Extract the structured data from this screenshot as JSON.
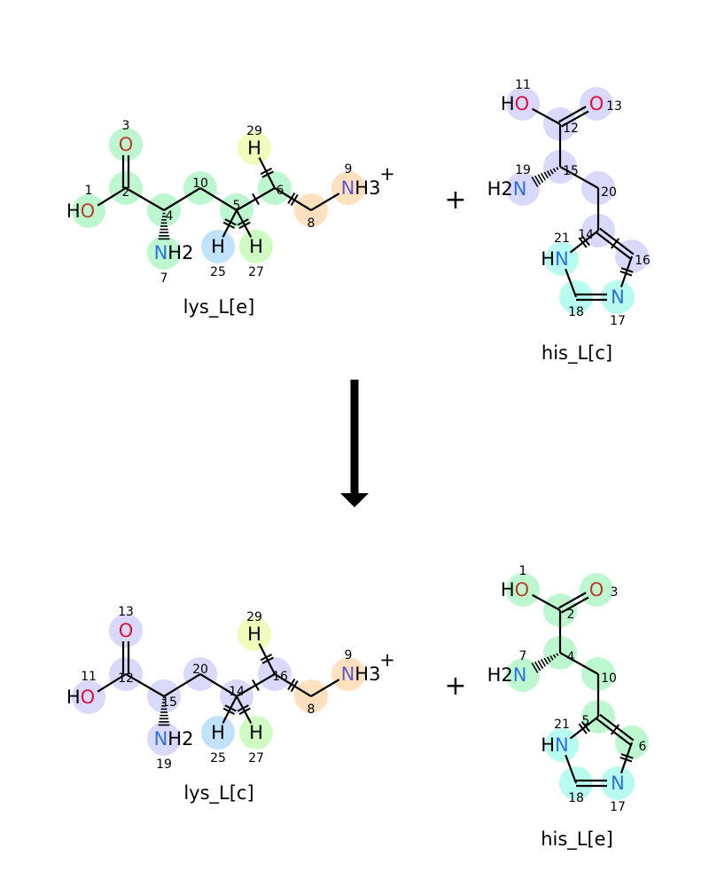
{
  "reaction": {
    "plus_sign": "+",
    "arrow_color": "#000000"
  },
  "colors": {
    "green": "#bdf7cf",
    "orange": "#ffe1c0",
    "blue": "#c0e2fb",
    "yellow": "#f1fbba",
    "lightgreen": "#cffbc2",
    "lavender": "#d9d9fb",
    "cyan": "#b8fbf0",
    "O_red": "#c0392b",
    "O_crimson": "#e0103a",
    "N_blue": "#2a6fe8",
    "N_slate": "#5a5ac8"
  },
  "molecules": [
    {
      "name": "lys_L[e]",
      "atoms": [
        {
          "num": "1",
          "symbol": "HO",
          "hl": "#bdf7cf",
          "ec": "#c0392b"
        },
        {
          "num": "2",
          "symbol": "",
          "hl": "#bdf7cf"
        },
        {
          "num": "3",
          "symbol": "O",
          "hl": "#bdf7cf",
          "ec": "#c0392b"
        },
        {
          "num": "4",
          "symbol": "",
          "hl": "#bdf7cf"
        },
        {
          "num": "10",
          "symbol": "",
          "hl": "#bdf7cf"
        },
        {
          "num": "5",
          "symbol": "",
          "hl": "#bdf7cf"
        },
        {
          "num": "6",
          "symbol": "",
          "hl": "#bdf7cf"
        },
        {
          "num": "8",
          "symbol": "",
          "hl": "#ffe1c0"
        },
        {
          "num": "9",
          "symbol": "NH3",
          "charge": "+",
          "hl": "#ffe1c0",
          "ec": "#5a5ac8"
        },
        {
          "num": "7",
          "symbol": "NH2",
          "hl": "#bdf7cf",
          "ec": "#2a6fe8"
        },
        {
          "num": "25",
          "symbol": "H",
          "hl": "#c0e2fb"
        },
        {
          "num": "27",
          "symbol": "H",
          "hl": "#cffbc2"
        },
        {
          "num": "29",
          "symbol": "H",
          "hl": "#f1fbba"
        }
      ]
    },
    {
      "name": "his_L[c]",
      "atoms": [
        {
          "num": "11",
          "symbol": "HO",
          "hl": "#d9d9fb",
          "ec": "#e0103a"
        },
        {
          "num": "12",
          "symbol": "",
          "hl": "#d9d9fb"
        },
        {
          "num": "13",
          "symbol": "O",
          "hl": "#d9d9fb",
          "ec": "#e0103a"
        },
        {
          "num": "15",
          "symbol": "",
          "hl": "#d9d9fb"
        },
        {
          "num": "19",
          "symbol": "H2N",
          "hl": "#d9d9fb",
          "ec": "#2a6fe8"
        },
        {
          "num": "20",
          "symbol": "",
          "hl": "#d9d9fb"
        },
        {
          "num": "14",
          "symbol": "",
          "hl": "#d9d9fb"
        },
        {
          "num": "16",
          "symbol": "",
          "hl": "#d9d9fb"
        },
        {
          "num": "21",
          "symbol": "HN",
          "hl": "#b8fbf0",
          "ec": "#2a6fe8"
        },
        {
          "num": "18",
          "symbol": "",
          "hl": "#b8fbf0"
        },
        {
          "num": "17",
          "symbol": "N",
          "hl": "#b8fbf0",
          "ec": "#2a6fe8"
        }
      ]
    },
    {
      "name": "lys_L[c]",
      "atoms": [
        {
          "num": "11",
          "symbol": "HO",
          "hl": "#d9d9fb",
          "ec": "#e0103a"
        },
        {
          "num": "12",
          "symbol": "",
          "hl": "#d9d9fb"
        },
        {
          "num": "13",
          "symbol": "O",
          "hl": "#d9d9fb",
          "ec": "#e0103a"
        },
        {
          "num": "15",
          "symbol": "",
          "hl": "#d9d9fb"
        },
        {
          "num": "20",
          "symbol": "",
          "hl": "#d9d9fb"
        },
        {
          "num": "14",
          "symbol": "",
          "hl": "#d9d9fb"
        },
        {
          "num": "16",
          "symbol": "",
          "hl": "#d9d9fb"
        },
        {
          "num": "8",
          "symbol": "",
          "hl": "#ffe1c0"
        },
        {
          "num": "9",
          "symbol": "NH3",
          "charge": "+",
          "hl": "#ffe1c0",
          "ec": "#5a5ac8"
        },
        {
          "num": "19",
          "symbol": "NH2",
          "hl": "#d9d9fb",
          "ec": "#2a6fe8"
        },
        {
          "num": "25",
          "symbol": "H",
          "hl": "#c0e2fb"
        },
        {
          "num": "27",
          "symbol": "H",
          "hl": "#cffbc2"
        },
        {
          "num": "29",
          "symbol": "H",
          "hl": "#f1fbba"
        }
      ]
    },
    {
      "name": "his_L[e]",
      "atoms": [
        {
          "num": "1",
          "symbol": "HO",
          "hl": "#bdf7cf",
          "ec": "#c0392b"
        },
        {
          "num": "2",
          "symbol": "",
          "hl": "#bdf7cf"
        },
        {
          "num": "3",
          "symbol": "O",
          "hl": "#bdf7cf",
          "ec": "#c0392b"
        },
        {
          "num": "4",
          "symbol": "",
          "hl": "#bdf7cf"
        },
        {
          "num": "7",
          "symbol": "H2N",
          "hl": "#bdf7cf",
          "ec": "#2a6fe8"
        },
        {
          "num": "10",
          "symbol": "",
          "hl": "#bdf7cf"
        },
        {
          "num": "5",
          "symbol": "",
          "hl": "#bdf7cf"
        },
        {
          "num": "6",
          "symbol": "",
          "hl": "#bdf7cf"
        },
        {
          "num": "21",
          "symbol": "HN",
          "hl": "#b8fbf0",
          "ec": "#2a6fe8"
        },
        {
          "num": "18",
          "symbol": "",
          "hl": "#b8fbf0"
        },
        {
          "num": "17",
          "symbol": "N",
          "hl": "#b8fbf0",
          "ec": "#2a6fe8"
        }
      ]
    }
  ]
}
